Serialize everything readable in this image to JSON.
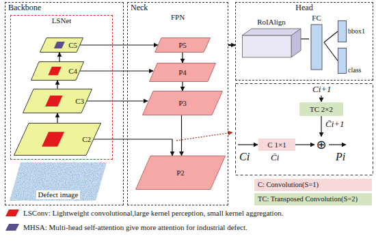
{
  "diagram": {
    "nodes": [
      {
        "text": [
          "Backbone"
        ]
      },
      {
        "text": [
          "LSNet"
        ],
        "in": 0
      },
      {
        "text": [
          "C5"
        ],
        "in": 1
      },
      {
        "text": [
          "C4"
        ],
        "in": 1
      },
      {
        "text": [
          "C3"
        ],
        "in": 1
      },
      {
        "text": [
          "C2"
        ],
        "in": 1
      },
      {
        "text": [
          "Defect image"
        ],
        "in": 0
      },
      {
        "text": [
          "Neck",
          "FPN"
        ]
      },
      {
        "text": [
          "P5"
        ],
        "in": 7
      },
      {
        "text": [
          "P4"
        ],
        "in": 7
      },
      {
        "text": [
          "P3"
        ],
        "in": 7
      },
      {
        "text": [
          "P2"
        ],
        "in": 7
      },
      {
        "text": [
          "Head"
        ]
      },
      {
        "text": [
          "RoIAlign"
        ],
        "in": 12
      },
      {
        "text": [
          "FC"
        ],
        "in": 12
      },
      {
        "text": [
          "bbox1"
        ],
        "in": 12
      },
      {
        "text": [
          "class"
        ],
        "in": 12
      },
      {
        "text": [
          "TC 2×2"
        ]
      },
      {
        "text": [
          "C 1×1"
        ]
      },
      {
        "text": [
          "⊕"
        ]
      }
    ],
    "edges": [
      {
        "from": 5,
        "to": 4,
        "arrow": "to"
      },
      {
        "from": 4,
        "to": 3,
        "arrow": "to"
      },
      {
        "from": 3,
        "to": 2,
        "arrow": "to"
      },
      {
        "from": 2,
        "to": 8,
        "arrow": "to"
      },
      {
        "from": 3,
        "to": 9,
        "arrow": "to"
      },
      {
        "from": 4,
        "to": 10,
        "arrow": "to"
      },
      {
        "from": 5,
        "to": 11,
        "arrow": "to"
      },
      {
        "from": 8,
        "to": 9,
        "arrow": "to"
      },
      {
        "from": 9,
        "to": 10,
        "arrow": "to"
      },
      {
        "from": 10,
        "to": 11,
        "arrow": "to"
      },
      {
        "from": 7,
        "to": 12,
        "arrow": "to"
      },
      {
        "from": 13,
        "to": 14,
        "arrow": "none"
      },
      {
        "from": 14,
        "to": 15,
        "arrow": "none"
      },
      {
        "from": 14,
        "to": 16,
        "arrow": "none"
      },
      {
        "from": 18,
        "to": 19,
        "arrow": "to"
      },
      {
        "from": 17,
        "to": 19,
        "arrow": "to"
      }
    ],
    "labels": [
      "Ci+1",
      "C̄i+1",
      "Ci",
      "C̄i",
      "Pi"
    ],
    "legend": [
      {
        "text": "C: Convolution(S=1)",
        "color": "#f8d9d9"
      },
      {
        "text": "TC: Transposed Convolution(S=2)",
        "color": "#d5e5c2"
      },
      {
        "text": "LSConv: Lightweight convolutional,large kernel perception, small kernel aggregation.",
        "color": "#e3191c"
      },
      {
        "text": "MHSA: Multi-head self-attention give more attention for industrial defect.",
        "color": "#5b4e8c"
      }
    ]
  }
}
